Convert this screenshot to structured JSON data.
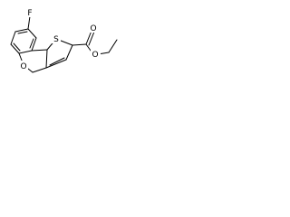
{
  "molecule": {
    "atoms": {
      "fluorine": "F",
      "sulfur": "S",
      "ring_oxygen": "O",
      "carbonyl_oxygen": "O",
      "ester_oxygen": "O"
    }
  }
}
